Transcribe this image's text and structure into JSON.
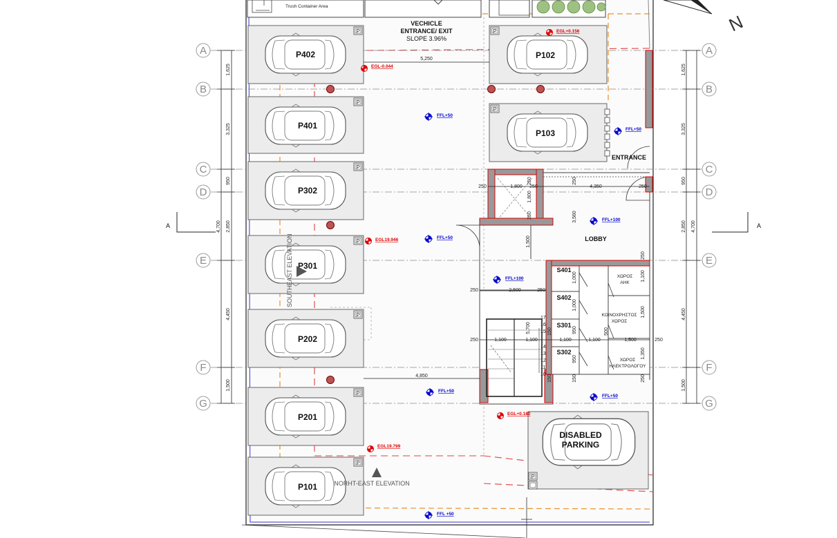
{
  "grid_labels": [
    "A",
    "B",
    "C",
    "D",
    "E",
    "F",
    "G"
  ],
  "left_dims": [
    "1,625",
    "3,325",
    "950",
    "2,850",
    "4,700",
    "4,450",
    "1,500"
  ],
  "right_dims": [
    "1,625",
    "3,325",
    "950",
    "2,850",
    "4,700",
    "4,450",
    "1,500"
  ],
  "section_label": "A",
  "north_label": "N",
  "trash_label": "Trush Container Area",
  "entrance_exit": {
    "line1": "VECHICLE",
    "line2": "ENTRANCE/ EXIT",
    "line3": "SLOPE 3.96%"
  },
  "parking_spaces": [
    {
      "id": "p402",
      "label": "P402"
    },
    {
      "id": "p401",
      "label": "P401"
    },
    {
      "id": "p302",
      "label": "P302"
    },
    {
      "id": "p301",
      "label": "P301"
    },
    {
      "id": "p202",
      "label": "P202"
    },
    {
      "id": "p201",
      "label": "P201"
    },
    {
      "id": "p101",
      "label": "P101"
    },
    {
      "id": "p102",
      "label": "P102"
    },
    {
      "id": "p103",
      "label": "P103"
    }
  ],
  "parking_symbol": "P",
  "disabled_parking": {
    "line1": "DISABLED",
    "line2": "PARKING"
  },
  "entrance_label": "ENTRANCE",
  "lobby_label": "LOBBY",
  "storage": [
    "S401",
    "S402",
    "S301",
    "S302"
  ],
  "greek_rooms": {
    "ahk1": "ΧΩΡΟΣ",
    "ahk2": "ΑΗΚ",
    "common1": "ΚΟΙΝΟΧΡΗΣΤΟΣ",
    "common2": "ΧΩΡΟΣ",
    "meter1": "ΧΩΡΟΣ",
    "meter2": "ΗΛΕΚΤΡΟΛΟΓΟΥ"
  },
  "level_tags_red": [
    "EGL+0.156",
    "EGL-0.044",
    "EGL19.946",
    "EGL+0.180",
    "EGL19.799"
  ],
  "level_tags_blue": [
    "FFL+50",
    "FFL+50",
    "FFL+50",
    "FFL+50",
    "FFL+100",
    "FFL+100",
    "FFL+50",
    "FFL +50"
  ],
  "elevations": {
    "southeast": "SOUTHEAST ELEVATION",
    "northeast": "NORHT-EAST ELEVATION"
  },
  "dims": {
    "d5250": "5,250",
    "d4850": "4,850",
    "d1800": "1,800",
    "d4350": "4,350",
    "d250": "250",
    "d2500": "2,500",
    "d1100": "1,100",
    "d1500": "1,500",
    "d1000": "1,000",
    "d3560": "3,560",
    "d5700": "5,700",
    "d150": "150",
    "d950": "950",
    "d500": "500",
    "d1350": "1,350"
  },
  "stair_numbers": [
    "17",
    "16",
    "15",
    "14",
    "13",
    "12",
    "11",
    "10"
  ]
}
